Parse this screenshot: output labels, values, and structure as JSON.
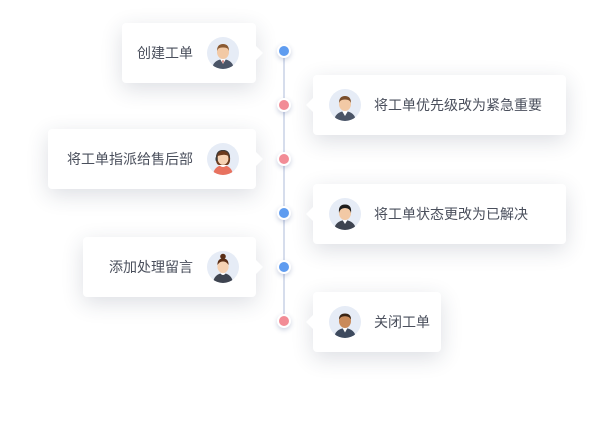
{
  "timeline": {
    "events": [
      {
        "label": "创建工单",
        "side": "left",
        "dot": "blue",
        "avatar": "man-brown-hair-icon"
      },
      {
        "label": "将工单优先级改为紧急重要",
        "side": "right",
        "dot": "red",
        "avatar": "man-brown-hair-icon"
      },
      {
        "label": "将工单指派给售后部",
        "side": "left",
        "dot": "red",
        "avatar": "woman-headset-icon"
      },
      {
        "label": "将工单状态更改为已解决",
        "side": "right",
        "dot": "blue",
        "avatar": "man-black-hair-icon"
      },
      {
        "label": "添加处理留言",
        "side": "left",
        "dot": "blue",
        "avatar": "woman-bun-icon"
      },
      {
        "label": "关闭工单",
        "side": "right",
        "dot": "red",
        "avatar": "man-dark-skin-icon"
      }
    ]
  },
  "colors": {
    "dot_blue": "#5f9cf0",
    "dot_red": "#f28c96",
    "line": "#d6ddec",
    "text": "#4a4f5c"
  }
}
